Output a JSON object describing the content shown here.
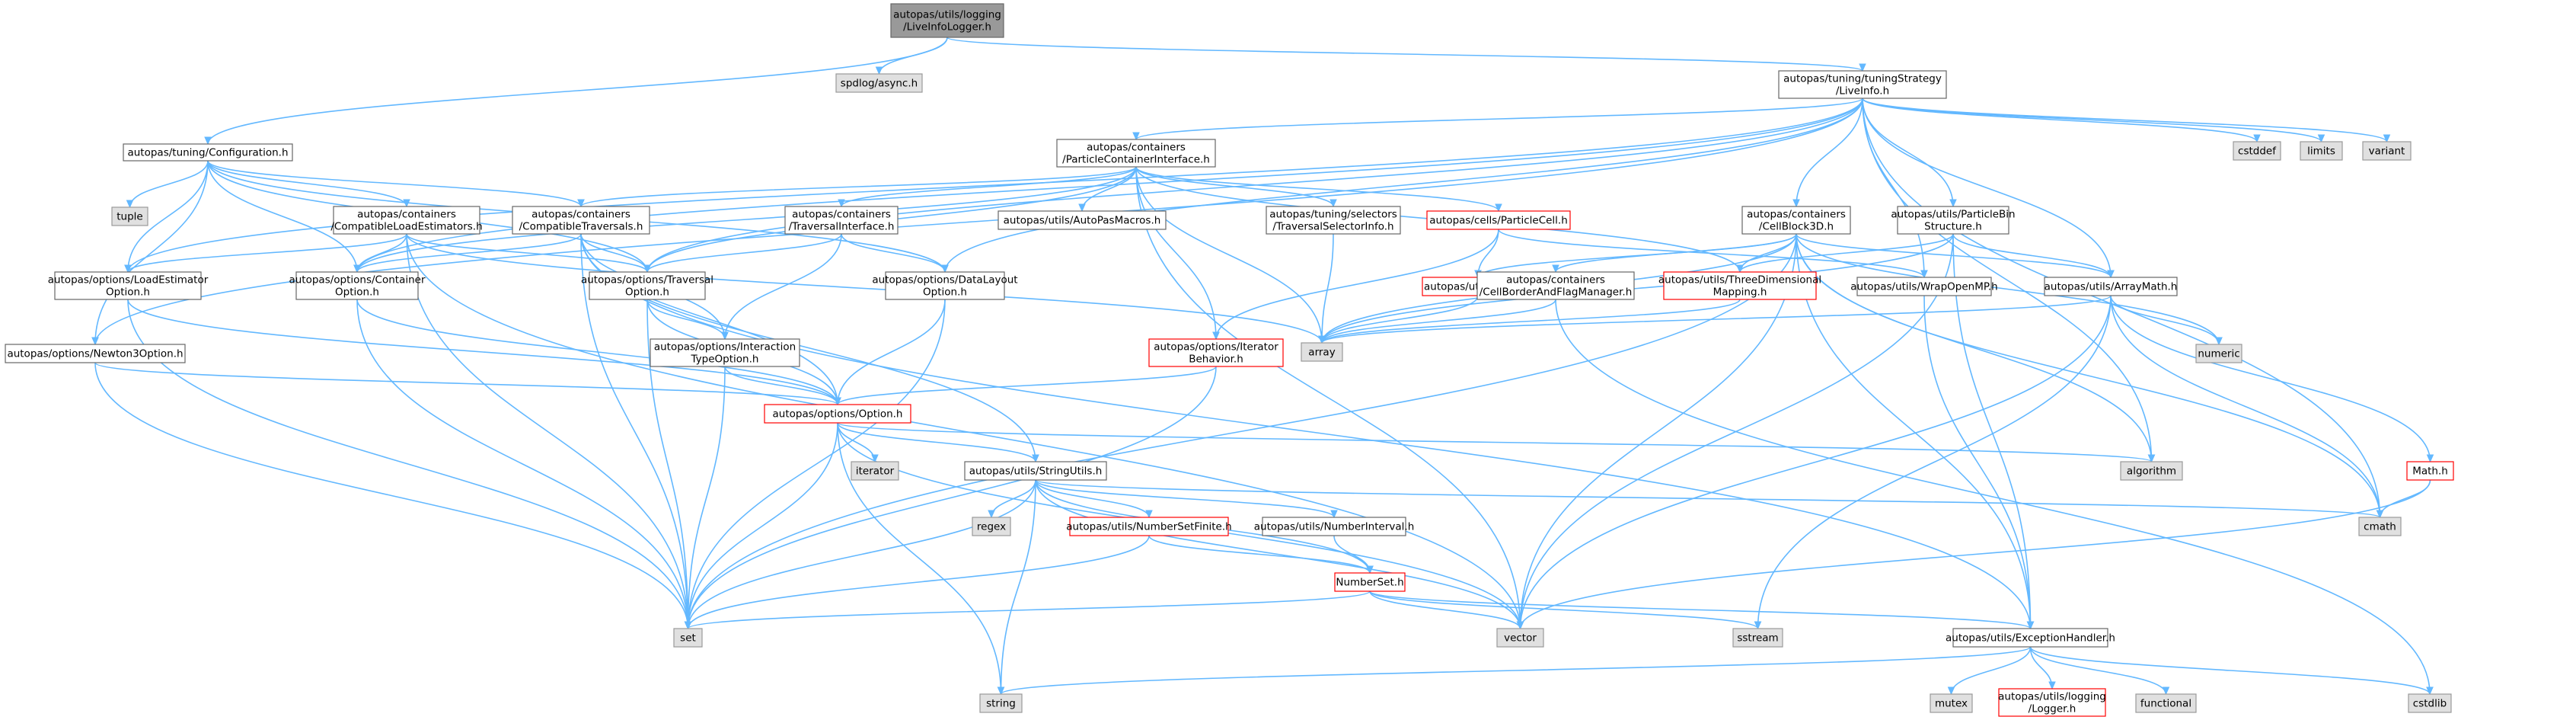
{
  "graph": {
    "nodes": [
      {
        "id": "root",
        "lines": [
          "autopas/utils/logging",
          "/LiveInfoLogger.h"
        ],
        "style": "root"
      },
      {
        "id": "spdlog",
        "lines": [
          "spdlog/async.h"
        ],
        "style": "external"
      },
      {
        "id": "liveinfo",
        "lines": [
          "autopas/tuning/tuningStrategy",
          "/LiveInfo.h"
        ],
        "style": "normal"
      },
      {
        "id": "config",
        "lines": [
          "autopas/tuning/Configuration.h"
        ],
        "style": "normal"
      },
      {
        "id": "pci",
        "lines": [
          "autopas/containers",
          "/ParticleContainerInterface.h"
        ],
        "style": "normal"
      },
      {
        "id": "cstddef",
        "lines": [
          "cstddef"
        ],
        "style": "external"
      },
      {
        "id": "limits",
        "lines": [
          "limits"
        ],
        "style": "external"
      },
      {
        "id": "variant",
        "lines": [
          "variant"
        ],
        "style": "external"
      },
      {
        "id": "tuple",
        "lines": [
          "tuple"
        ],
        "style": "external"
      },
      {
        "id": "cle",
        "lines": [
          "autopas/containers",
          "/CompatibleLoadEstimators.h"
        ],
        "style": "normal"
      },
      {
        "id": "ct",
        "lines": [
          "autopas/containers",
          "/CompatibleTraversals.h"
        ],
        "style": "normal"
      },
      {
        "id": "ti",
        "lines": [
          "autopas/containers",
          "/TraversalInterface.h"
        ],
        "style": "normal"
      },
      {
        "id": "apm",
        "lines": [
          "autopas/utils/AutoPasMacros.h"
        ],
        "style": "normal"
      },
      {
        "id": "tsi",
        "lines": [
          "autopas/tuning/selectors",
          "/TraversalSelectorInfo.h"
        ],
        "style": "normal"
      },
      {
        "id": "pcell",
        "lines": [
          "autopas/cells/ParticleCell.h"
        ],
        "style": "incomplete"
      },
      {
        "id": "cb3d",
        "lines": [
          "autopas/containers",
          "/CellBlock3D.h"
        ],
        "style": "normal"
      },
      {
        "id": "pbs",
        "lines": [
          "autopas/utils/ParticleBin",
          "Structure.h"
        ],
        "style": "normal"
      },
      {
        "id": "leo",
        "lines": [
          "autopas/options/LoadEstimator",
          "Option.h"
        ],
        "style": "normal"
      },
      {
        "id": "co",
        "lines": [
          "autopas/options/Container",
          "Option.h"
        ],
        "style": "normal"
      },
      {
        "id": "to",
        "lines": [
          "autopas/options/Traversal",
          "Option.h"
        ],
        "style": "normal"
      },
      {
        "id": "dlo",
        "lines": [
          "autopas/options/DataLayout",
          "Option.h"
        ],
        "style": "normal"
      },
      {
        "id": "inbox",
        "lines": [
          "autopas/utils/inBox.h"
        ],
        "style": "incomplete"
      },
      {
        "id": "cbfm",
        "lines": [
          "autopas/containers",
          "/CellBorderAndFlagManager.h"
        ],
        "style": "normal"
      },
      {
        "id": "tdm",
        "lines": [
          "autopas/utils/ThreeDimensional",
          "Mapping.h"
        ],
        "style": "incomplete"
      },
      {
        "id": "womp",
        "lines": [
          "autopas/utils/WrapOpenMP.h"
        ],
        "style": "normal"
      },
      {
        "id": "am",
        "lines": [
          "autopas/utils/ArrayMath.h"
        ],
        "style": "normal"
      },
      {
        "id": "n3o",
        "lines": [
          "autopas/options/Newton3Option.h"
        ],
        "style": "normal"
      },
      {
        "id": "ito",
        "lines": [
          "autopas/options/Interaction",
          "TypeOption.h"
        ],
        "style": "normal"
      },
      {
        "id": "array",
        "lines": [
          "array"
        ],
        "style": "external"
      },
      {
        "id": "ib",
        "lines": [
          "autopas/options/Iterator",
          "Behavior.h"
        ],
        "style": "incomplete"
      },
      {
        "id": "numeric",
        "lines": [
          "numeric"
        ],
        "style": "external"
      },
      {
        "id": "option",
        "lines": [
          "autopas/options/Option.h"
        ],
        "style": "incomplete"
      },
      {
        "id": "iterator",
        "lines": [
          "iterator"
        ],
        "style": "external"
      },
      {
        "id": "algorithm",
        "lines": [
          "algorithm"
        ],
        "style": "external"
      },
      {
        "id": "su",
        "lines": [
          "autopas/utils/StringUtils.h"
        ],
        "style": "normal"
      },
      {
        "id": "mathh",
        "lines": [
          "Math.h"
        ],
        "style": "incomplete"
      },
      {
        "id": "regex",
        "lines": [
          "regex"
        ],
        "style": "external"
      },
      {
        "id": "nsf",
        "lines": [
          "autopas/utils/NumberSetFinite.h"
        ],
        "style": "incomplete"
      },
      {
        "id": "ni",
        "lines": [
          "autopas/utils/NumberInterval.h"
        ],
        "style": "normal"
      },
      {
        "id": "cmath",
        "lines": [
          "cmath"
        ],
        "style": "external"
      },
      {
        "id": "ns",
        "lines": [
          "NumberSet.h"
        ],
        "style": "incomplete"
      },
      {
        "id": "set",
        "lines": [
          "set"
        ],
        "style": "external"
      },
      {
        "id": "vector",
        "lines": [
          "vector"
        ],
        "style": "external"
      },
      {
        "id": "sstream",
        "lines": [
          "sstream"
        ],
        "style": "external"
      },
      {
        "id": "eh",
        "lines": [
          "autopas/utils/ExceptionHandler.h"
        ],
        "style": "normal"
      },
      {
        "id": "string",
        "lines": [
          "string"
        ],
        "style": "external"
      },
      {
        "id": "mutex",
        "lines": [
          "mutex"
        ],
        "style": "external"
      },
      {
        "id": "logger",
        "lines": [
          "autopas/utils/logging",
          "/Logger.h"
        ],
        "style": "incomplete"
      },
      {
        "id": "functional",
        "lines": [
          "functional"
        ],
        "style": "external"
      },
      {
        "id": "cstdlib",
        "lines": [
          "cstdlib"
        ],
        "style": "external"
      }
    ],
    "edges": [
      [
        "root",
        "spdlog"
      ],
      [
        "root",
        "liveinfo"
      ],
      [
        "root",
        "config"
      ],
      [
        "liveinfo",
        "pci"
      ],
      [
        "liveinfo",
        "cstddef"
      ],
      [
        "liveinfo",
        "limits"
      ],
      [
        "liveinfo",
        "variant"
      ],
      [
        "liveinfo",
        "cb3d"
      ],
      [
        "liveinfo",
        "pbs"
      ],
      [
        "liveinfo",
        "womp"
      ],
      [
        "liveinfo",
        "am"
      ],
      [
        "liveinfo",
        "algorithm"
      ],
      [
        "liveinfo",
        "cmath"
      ],
      [
        "liveinfo",
        "dlo"
      ],
      [
        "liveinfo",
        "to"
      ],
      [
        "liveinfo",
        "co"
      ],
      [
        "liveinfo",
        "leo"
      ],
      [
        "liveinfo",
        "n3o"
      ],
      [
        "config",
        "tuple"
      ],
      [
        "config",
        "cle"
      ],
      [
        "config",
        "ct"
      ],
      [
        "config",
        "leo"
      ],
      [
        "config",
        "co"
      ],
      [
        "config",
        "to"
      ],
      [
        "config",
        "dlo"
      ],
      [
        "config",
        "n3o"
      ],
      [
        "pci",
        "ct"
      ],
      [
        "pci",
        "ti"
      ],
      [
        "pci",
        "apm"
      ],
      [
        "pci",
        "tsi"
      ],
      [
        "pci",
        "pcell"
      ],
      [
        "pci",
        "co"
      ],
      [
        "pci",
        "to"
      ],
      [
        "pci",
        "array"
      ],
      [
        "pci",
        "ib"
      ],
      [
        "pci",
        "vector"
      ],
      [
        "pci",
        "tdm"
      ],
      [
        "cle",
        "leo"
      ],
      [
        "cle",
        "co"
      ],
      [
        "cle",
        "to"
      ],
      [
        "cle",
        "set"
      ],
      [
        "cle",
        "vector"
      ],
      [
        "cle",
        "array"
      ],
      [
        "ct",
        "to"
      ],
      [
        "ct",
        "co"
      ],
      [
        "ct",
        "ito"
      ],
      [
        "ct",
        "set"
      ],
      [
        "ct",
        "su"
      ],
      [
        "ct",
        "eh"
      ],
      [
        "ct",
        "option"
      ],
      [
        "ti",
        "to"
      ],
      [
        "ti",
        "dlo"
      ],
      [
        "ti",
        "ito"
      ],
      [
        "tsi",
        "array"
      ],
      [
        "pcell",
        "inbox"
      ],
      [
        "pcell",
        "ib"
      ],
      [
        "pcell",
        "womp"
      ],
      [
        "cb3d",
        "inbox"
      ],
      [
        "cb3d",
        "cbfm"
      ],
      [
        "cb3d",
        "tdm"
      ],
      [
        "cb3d",
        "am"
      ],
      [
        "cb3d",
        "array"
      ],
      [
        "cb3d",
        "vector"
      ],
      [
        "cb3d",
        "algorithm"
      ],
      [
        "cb3d",
        "cmath"
      ],
      [
        "cb3d",
        "numeric"
      ],
      [
        "cb3d",
        "eh"
      ],
      [
        "cb3d",
        "set"
      ],
      [
        "pbs",
        "array"
      ],
      [
        "pbs",
        "am"
      ],
      [
        "pbs",
        "vector"
      ],
      [
        "pbs",
        "eh"
      ],
      [
        "pbs",
        "tdm"
      ],
      [
        "leo",
        "option"
      ],
      [
        "leo",
        "set"
      ],
      [
        "co",
        "option"
      ],
      [
        "co",
        "set"
      ],
      [
        "to",
        "option"
      ],
      [
        "to",
        "set"
      ],
      [
        "to",
        "ito"
      ],
      [
        "dlo",
        "option"
      ],
      [
        "dlo",
        "set"
      ],
      [
        "inbox",
        "array"
      ],
      [
        "cbfm",
        "array"
      ],
      [
        "cbfm",
        "cstdlib"
      ],
      [
        "tdm",
        "array"
      ],
      [
        "womp",
        "eh"
      ],
      [
        "am",
        "array"
      ],
      [
        "am",
        "numeric"
      ],
      [
        "am",
        "cmath"
      ],
      [
        "am",
        "mathh"
      ],
      [
        "am",
        "vector"
      ],
      [
        "am",
        "sstream"
      ],
      [
        "n3o",
        "option"
      ],
      [
        "n3o",
        "set"
      ],
      [
        "ito",
        "option"
      ],
      [
        "ito",
        "set"
      ],
      [
        "ib",
        "option"
      ],
      [
        "ib",
        "set"
      ],
      [
        "option",
        "iterator"
      ],
      [
        "option",
        "algorithm"
      ],
      [
        "option",
        "su"
      ],
      [
        "option",
        "set"
      ],
      [
        "option",
        "vector"
      ],
      [
        "option",
        "string"
      ],
      [
        "su",
        "regex"
      ],
      [
        "su",
        "nsf"
      ],
      [
        "su",
        "ni"
      ],
      [
        "su",
        "cmath"
      ],
      [
        "su",
        "set"
      ],
      [
        "su",
        "vector"
      ],
      [
        "su",
        "string"
      ],
      [
        "su",
        "ns"
      ],
      [
        "mathh",
        "cmath"
      ],
      [
        "mathh",
        "vector"
      ],
      [
        "nsf",
        "ns"
      ],
      [
        "nsf",
        "set"
      ],
      [
        "ni",
        "ns"
      ],
      [
        "ns",
        "set"
      ],
      [
        "ns",
        "vector"
      ],
      [
        "ns",
        "sstream"
      ],
      [
        "ns",
        "eh"
      ],
      [
        "eh",
        "string"
      ],
      [
        "eh",
        "mutex"
      ],
      [
        "eh",
        "logger"
      ],
      [
        "eh",
        "functional"
      ],
      [
        "eh",
        "cstdlib"
      ]
    ]
  }
}
